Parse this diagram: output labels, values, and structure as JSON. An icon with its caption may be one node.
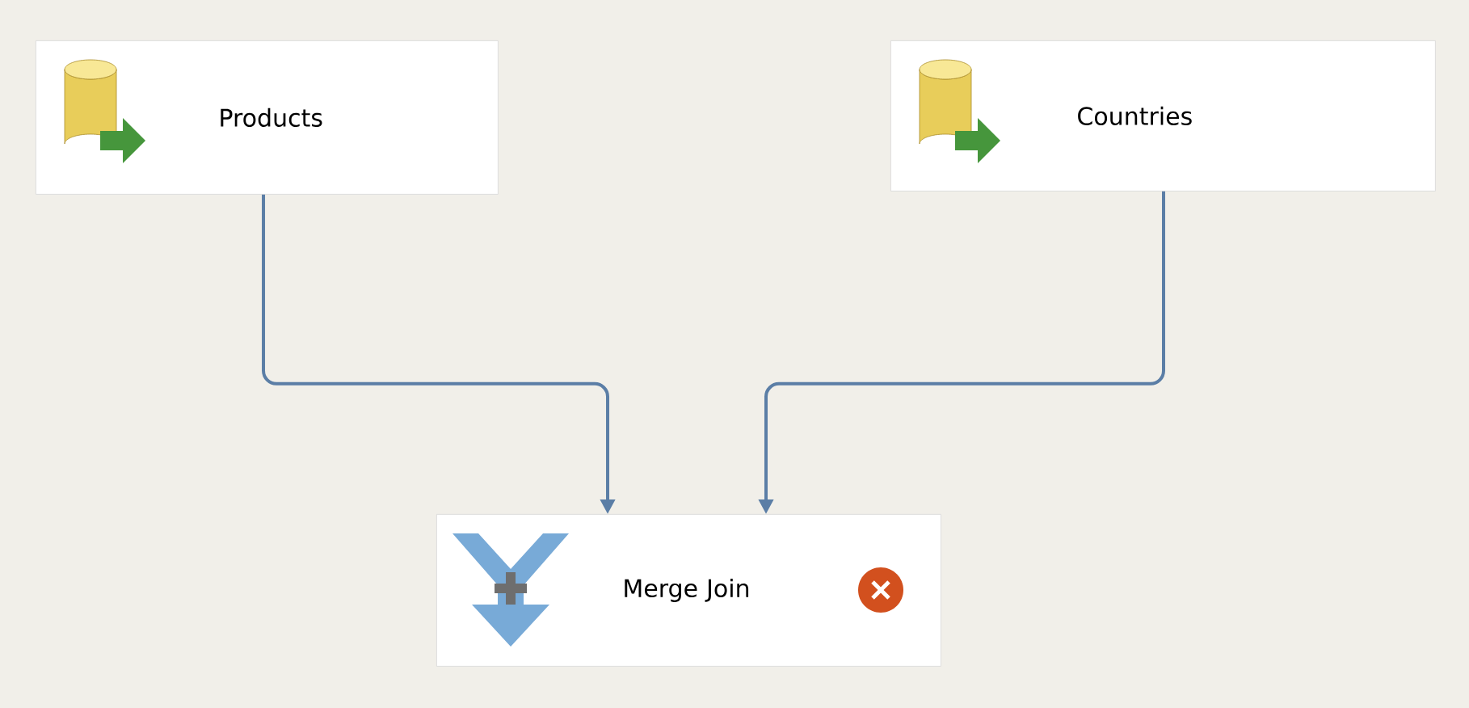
{
  "diagram": {
    "nodes": [
      {
        "text": [
          "Products"
        ]
      },
      {
        "text": [
          "Countries"
        ]
      },
      {
        "text": [
          "Merge Join"
        ]
      }
    ],
    "edges": [
      {
        "from": 0,
        "to": 2,
        "arrow": "to"
      },
      {
        "from": 1,
        "to": 2,
        "arrow": "to"
      }
    ]
  }
}
